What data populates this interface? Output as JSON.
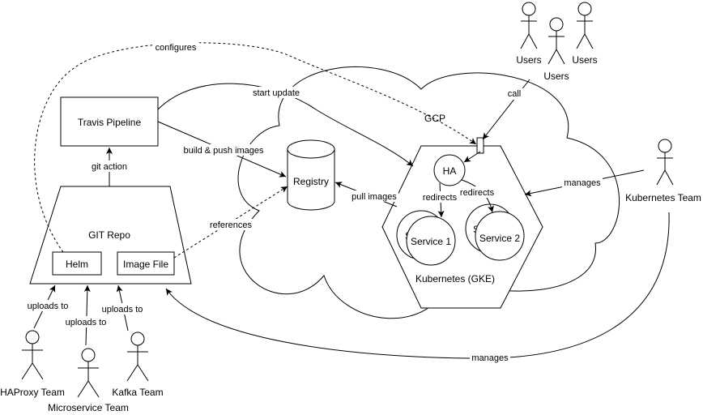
{
  "nodes": {
    "travis": "Travis Pipeline",
    "git_repo": "GIT Repo",
    "helm": "Helm",
    "image_file": "Image File",
    "registry": "Registry",
    "gcp": "GCP",
    "ha": "HA",
    "service1": "Service 1",
    "service1_back": "S",
    "service2": "Service 2",
    "service2_back": "S",
    "kubernetes": "Kubernetes (GKE)"
  },
  "actors": {
    "users_1": "Users",
    "users_2": "Users",
    "users_3": "Users",
    "kubernetes_team": "Kubernetes Team",
    "haproxy_team": "HAProxy Team",
    "microservice_team": "Microservice Team",
    "kafka_team": "Kafka Team"
  },
  "edges": {
    "configures": "configures",
    "start_update": "start update",
    "build_push": "build & push images",
    "git_action": "git action",
    "references": "references",
    "pull_images": "pull images",
    "call": "call",
    "redirects_1": "redirects",
    "redirects_2": "redirects",
    "manages_top": "manages",
    "manages_bottom": "manages",
    "uploads_1": "uploads to",
    "uploads_2": "uploads to",
    "uploads_3": "uploads to"
  }
}
